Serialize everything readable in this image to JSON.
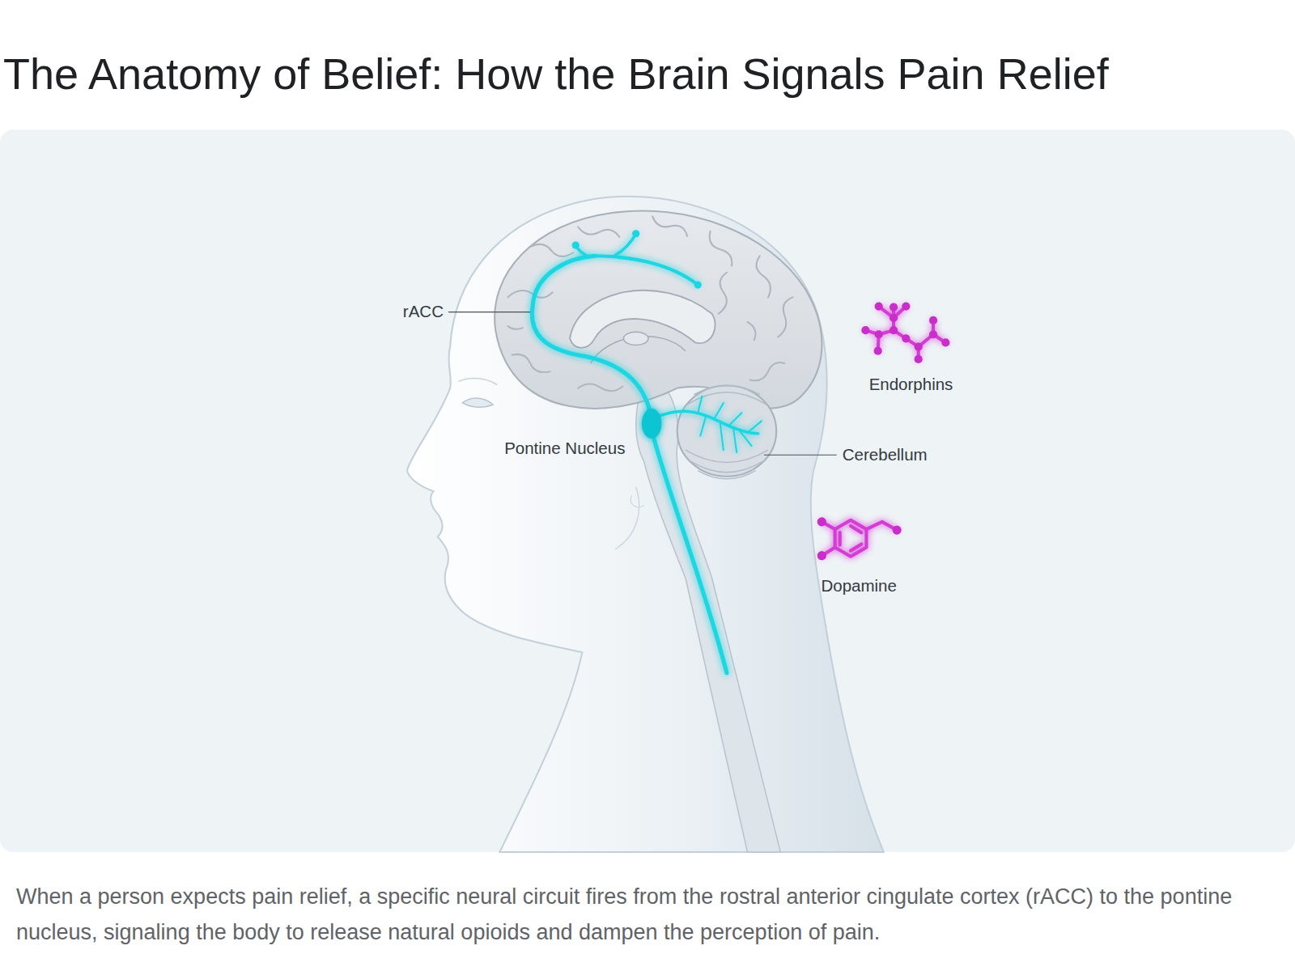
{
  "diagram": {
    "title": "The Anatomy of Belief: How the Brain Signals Pain Relief",
    "caption": "When a person expects pain relief, a specific neural circuit fires from the rostral anterior cingulate cortex (rACC) to the pontine nucleus, signaling the body to release natural opioids and dampen the perception of pain.",
    "labels": [
      "rACC",
      "Endorphins",
      "Pontine Nucleus",
      "Cerebellum",
      "Dopamine"
    ]
  }
}
